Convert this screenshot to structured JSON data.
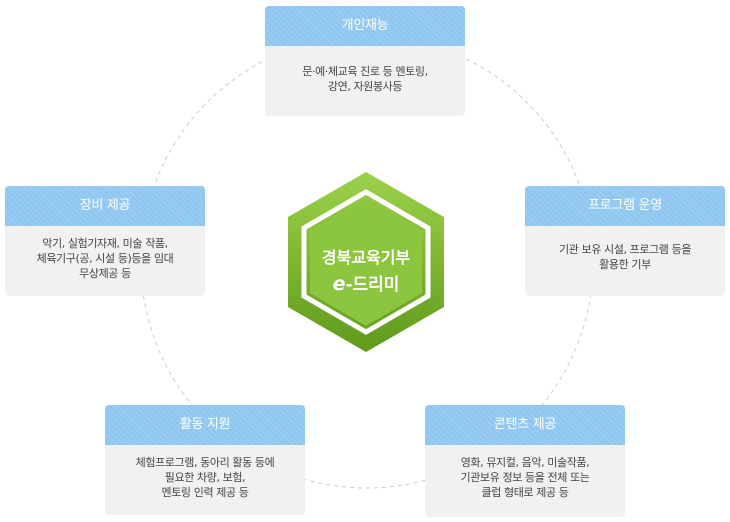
{
  "center": {
    "line1": "경북교육기부",
    "line2_prefix": "e",
    "line2_rest": "-드리미"
  },
  "cards": {
    "top": {
      "title": "개인재능",
      "lines": [
        "문·예·체교육 진로 등 멘토링,",
        "강연, 자원봉사등"
      ]
    },
    "right": {
      "title": "프로그램 운영",
      "lines": [
        "기관 보유 시설, 프로그램 등을",
        "활용한 기부"
      ]
    },
    "left": {
      "title": "장비 제공",
      "lines": [
        "악기, 실험기자재, 미술 작품,",
        "체육기구(공, 시설 등)등을 임대",
        "무상제공 등"
      ]
    },
    "bottom_left": {
      "title": "활동 지원",
      "lines": [
        "체험프로그램, 동아리 활동 등에",
        "필요한 차량, 보험,",
        "멘토링 인력 제공 등"
      ]
    },
    "bottom_right": {
      "title": "콘텐츠 제공",
      "lines": [
        "영화, 뮤지컬, 음악, 미술작품,",
        "기관보유 정보 등을 전체 또는",
        "클럽 형태로 제공 등"
      ]
    }
  },
  "colors": {
    "card_header": "#8ec6f0",
    "card_body": "#f1f1f1",
    "hex_outer": "#7cb52a",
    "hex_inner": "#8cc63f",
    "hex_border": "#ffffff",
    "orbit": "#cccccc"
  }
}
